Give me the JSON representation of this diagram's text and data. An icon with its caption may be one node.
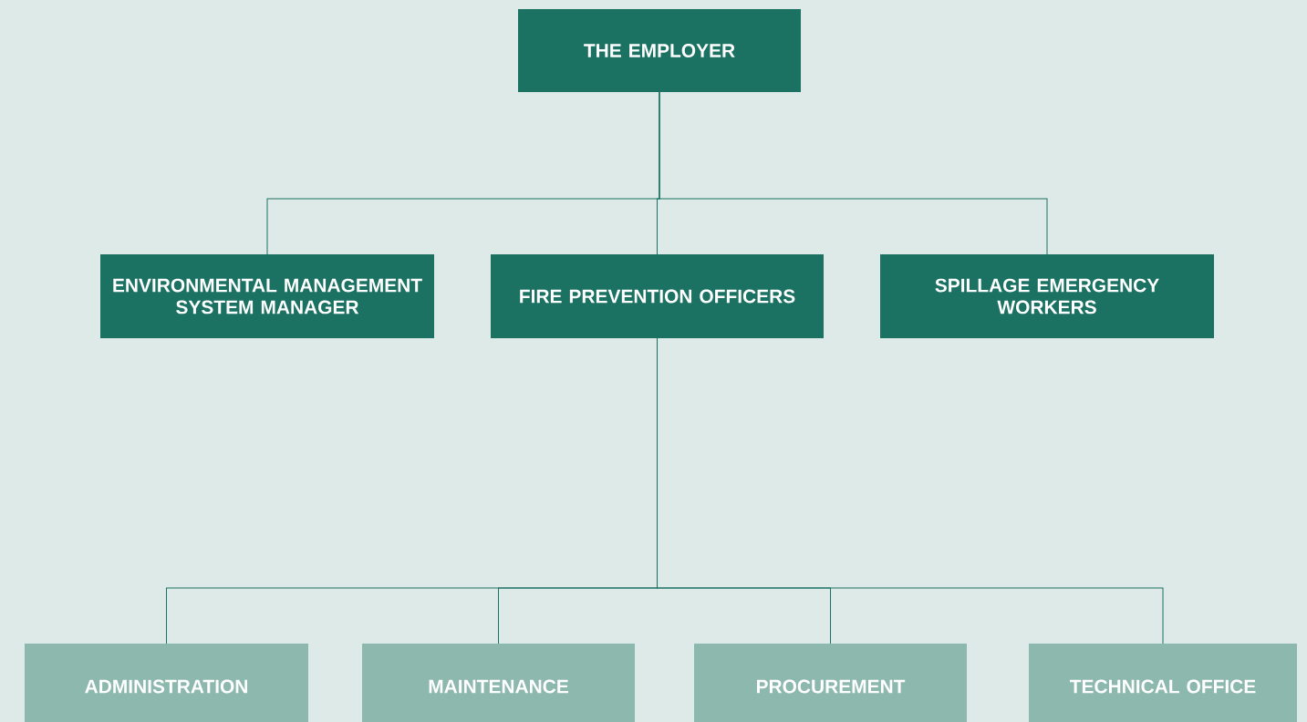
{
  "diagram": {
    "nodes": [
      {
        "text": [
          "THE EMPLOYER"
        ]
      },
      {
        "text": [
          "ENVIRONMENTAL MANAGEMENT SYSTEM MANAGER"
        ]
      },
      {
        "text": [
          "FIRE PREVENTION OFFICERS"
        ]
      },
      {
        "text": [
          "SPILLAGE EMERGENCY WORKERS"
        ]
      },
      {
        "text": [
          "ADMINISTRATION"
        ]
      },
      {
        "text": [
          "MAINTENANCE"
        ]
      },
      {
        "text": [
          "PROCUREMENT"
        ]
      },
      {
        "text": [
          "TECHNICAL OFFICE"
        ]
      }
    ],
    "edges": [
      {
        "from": 0,
        "to": 1,
        "arrow": "none"
      },
      {
        "from": 0,
        "to": 2,
        "arrow": "none"
      },
      {
        "from": 0,
        "to": 3,
        "arrow": "none"
      },
      {
        "from": 2,
        "to": 4,
        "arrow": "none"
      },
      {
        "from": 2,
        "to": 5,
        "arrow": "none"
      },
      {
        "from": 2,
        "to": 6,
        "arrow": "none"
      },
      {
        "from": 2,
        "to": 7,
        "arrow": "none"
      }
    ]
  }
}
